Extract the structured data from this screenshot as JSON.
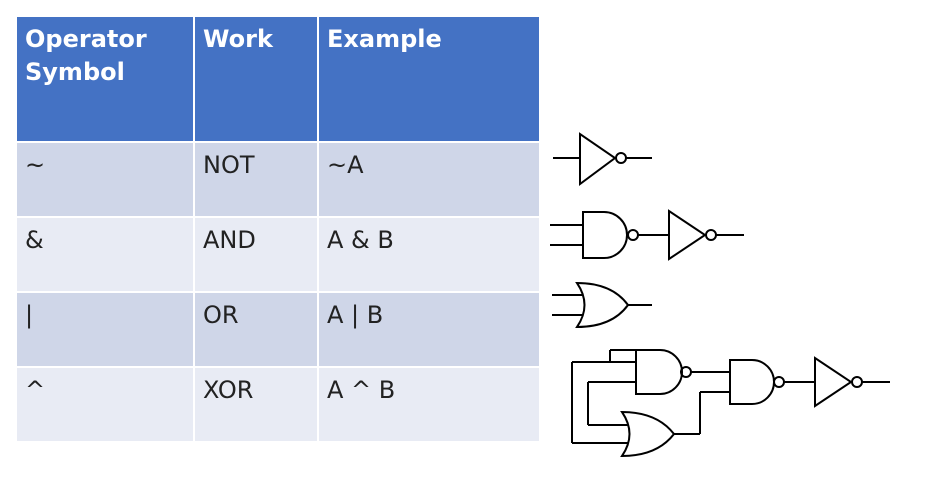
{
  "table": {
    "headers": [
      "Operator\nSymbol",
      "Work",
      "Example"
    ],
    "rows": [
      {
        "symbol": "~",
        "work": "NOT",
        "example": "~A"
      },
      {
        "symbol": "&",
        "work": "AND",
        "example": "A & B"
      },
      {
        "symbol": "|",
        "work": "OR",
        "example": "A | B"
      },
      {
        "symbol": "^",
        "work": "XOR",
        "example": "A ^ B"
      }
    ]
  },
  "colors": {
    "header_bg": "#4472c4",
    "row_dark": "#cfd6e8",
    "row_light": "#e8ebf4"
  },
  "diagrams": [
    {
      "name": "not-gate-icon"
    },
    {
      "name": "nand-gate-icon"
    },
    {
      "name": "or-gate-icon"
    },
    {
      "name": "xor-circuit-icon"
    }
  ]
}
